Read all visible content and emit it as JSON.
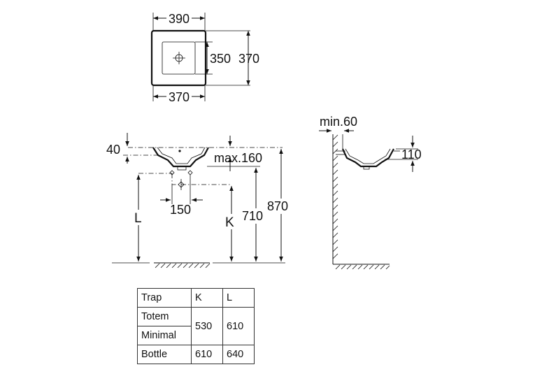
{
  "top_view": {
    "width_outer": "390",
    "depth_inner": "350",
    "depth_outer": "370",
    "width_base": "370"
  },
  "front_view": {
    "rim_height": "40",
    "max_countertop": "max.160",
    "waste_spacing": "150",
    "label_l": "L",
    "label_k": "K",
    "height_710": "710",
    "height_870": "870"
  },
  "side_view": {
    "min_wall": "min.60",
    "height_110": "110"
  },
  "trap_table": {
    "headers": [
      "Trap",
      "K",
      "L"
    ],
    "rows": [
      {
        "trap": "Totem",
        "k": "530",
        "l": "610"
      },
      {
        "trap": "Minimal"
      },
      {
        "trap": "Bottle",
        "k": "610",
        "l": "640"
      }
    ]
  },
  "colors": {
    "line": "#111111",
    "background": "#ffffff"
  }
}
